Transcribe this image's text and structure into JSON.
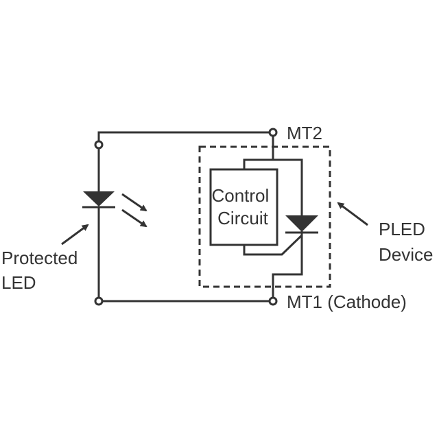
{
  "diagram": {
    "terminals": {
      "mt2": "MT2",
      "mt1": "MT1 (Cathode)"
    },
    "control_circuit": [
      "Control",
      "Circuit"
    ],
    "pled_device": [
      "PLED",
      "Device"
    ],
    "protected_led": [
      "Protected",
      "LED"
    ]
  },
  "colors": {
    "stroke": "#333333",
    "text": "#333333",
    "background": "#ffffff"
  }
}
